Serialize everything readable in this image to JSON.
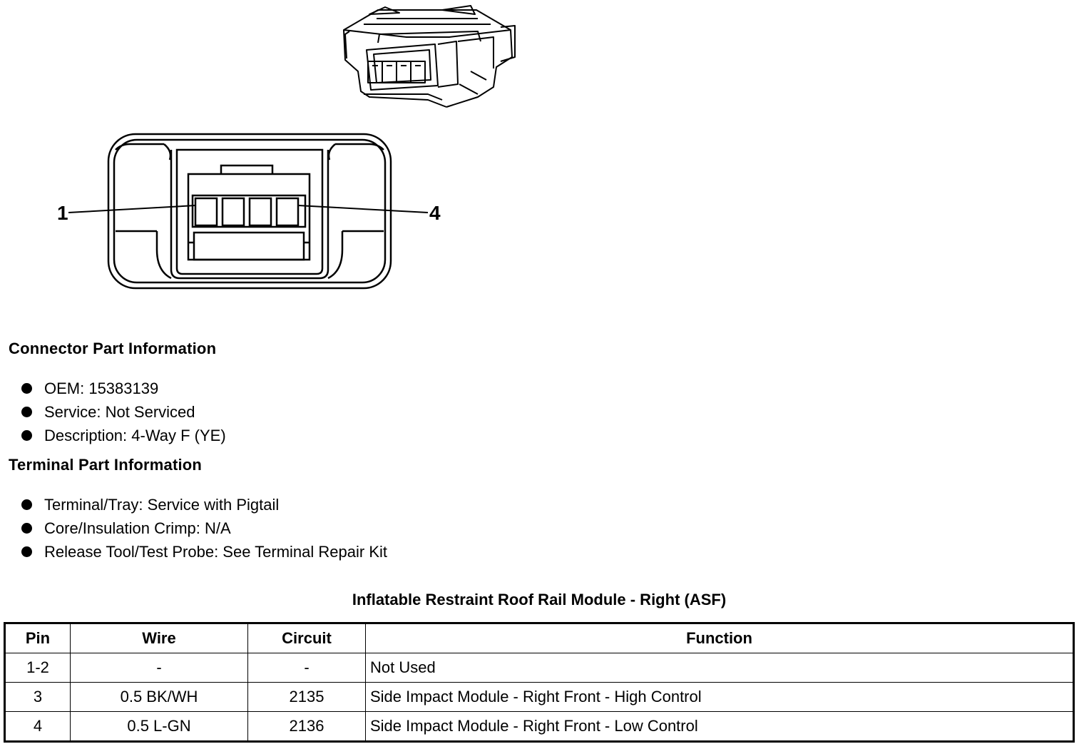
{
  "diagram": {
    "pin_labels": [
      "1",
      "4"
    ]
  },
  "connector_info": {
    "heading": "Connector Part Information",
    "items": [
      "OEM: 15383139",
      "Service: Not Serviced",
      "Description: 4-Way F (YE)"
    ]
  },
  "terminal_info": {
    "heading": "Terminal Part Information",
    "items": [
      "Terminal/Tray: Service with Pigtail",
      "Core/Insulation Crimp: N/A",
      "Release Tool/Test Probe: See Terminal Repair Kit"
    ]
  },
  "table": {
    "caption": "Inflatable Restraint Roof Rail Module - Right (ASF)",
    "headers": [
      "Pin",
      "Wire",
      "Circuit",
      "Function"
    ],
    "rows": [
      [
        "1-2",
        "-",
        "-",
        "Not Used"
      ],
      [
        "3",
        "0.5 BK/WH",
        "2135",
        "Side Impact Module - Right Front - High Control"
      ],
      [
        "4",
        "0.5 L-GN",
        "2136",
        "Side Impact Module - Right Front - Low Control"
      ]
    ]
  }
}
